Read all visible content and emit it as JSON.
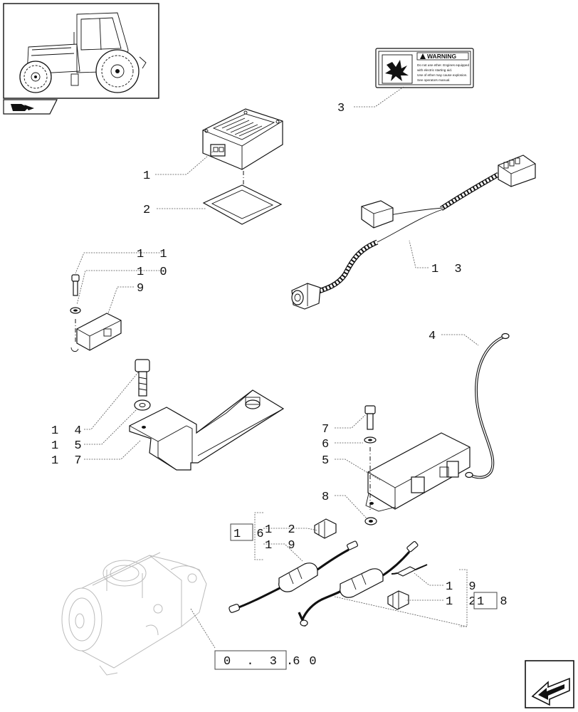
{
  "diagram": {
    "labels": {
      "p1": "1",
      "p2": "2",
      "p3": "3",
      "p4": "4",
      "p5": "5",
      "p6": "6",
      "p7": "7",
      "p8": "8",
      "p9": "9",
      "p10": "1 0",
      "p11": "1 1",
      "p12a": "1 2",
      "p12b": "1 2",
      "p13": "1 3",
      "p14": "1 4",
      "p15": "1 5",
      "p16": "1 6",
      "p17": "1 7",
      "p18": "1 8",
      "p19a": "1 9",
      "p19b": "1 9"
    },
    "reference": {
      "code_boxed": "0 . 3 6",
      "code_suffix": ". 0"
    },
    "warning_label": {
      "title": "WARNING",
      "lines": [
        "Do not use ether. Engines equipped",
        "with electric starting aid.",
        "Use of ether may cause explosion.",
        "See operators manual."
      ]
    }
  }
}
